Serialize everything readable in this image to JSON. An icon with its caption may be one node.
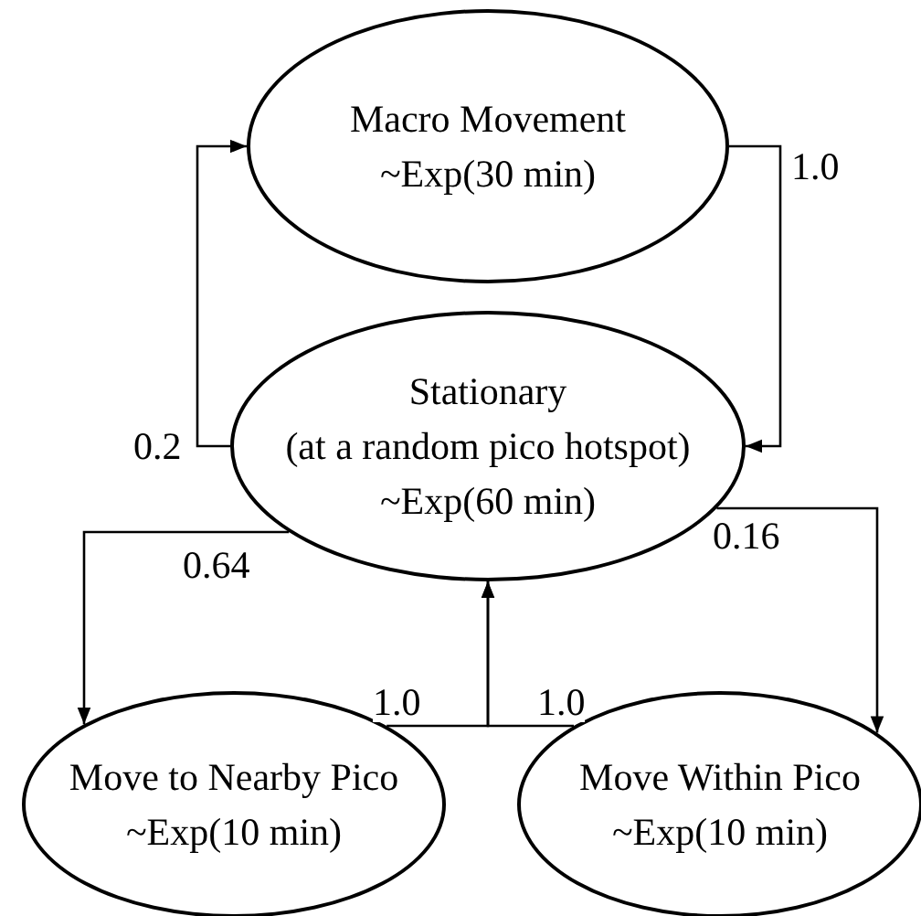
{
  "diagram": {
    "nodes": [
      {
        "text": [
          "Macro Movement",
          "~Exp(30 min)"
        ]
      },
      {
        "text": [
          "Stationary",
          "(at a random pico hotspot)",
          "~Exp(60 min)"
        ]
      },
      {
        "text": [
          "Move to Nearby Pico",
          "~Exp(10 min)"
        ]
      },
      {
        "text": [
          "Move Within Pico",
          "~Exp(10 min)"
        ]
      }
    ],
    "edges": [
      {
        "from": 1,
        "to": 0,
        "arrow": "to",
        "label": "0.2"
      },
      {
        "from": 0,
        "to": 1,
        "arrow": "to",
        "label": "1.0"
      },
      {
        "from": 1,
        "to": 2,
        "arrow": "to",
        "label": "0.64"
      },
      {
        "from": 1,
        "to": 3,
        "arrow": "to",
        "label": "0.16"
      },
      {
        "from": 2,
        "to": 1,
        "arrow": "to",
        "label": "1.0"
      },
      {
        "from": 3,
        "to": 1,
        "arrow": "to",
        "label": "1.0"
      }
    ]
  }
}
